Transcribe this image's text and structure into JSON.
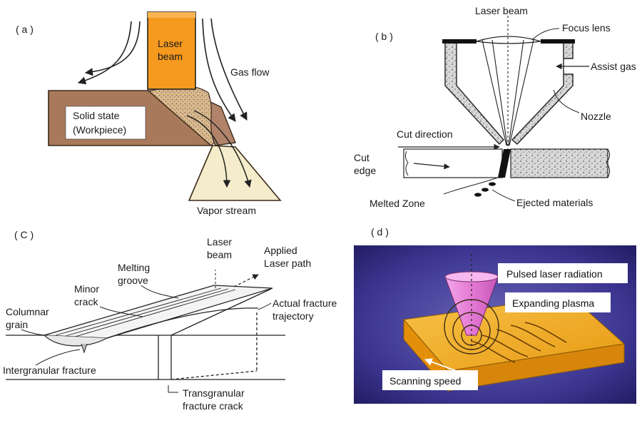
{
  "panels": {
    "a": {
      "label": "( a )",
      "laser_beam": [
        "Laser",
        "beam"
      ],
      "gas_flow": "Gas flow",
      "solid_state": [
        "Solid state",
        "(Workpiece)"
      ],
      "vapor_stream": "Vapor stream"
    },
    "b": {
      "label": "( b )",
      "laser_beam": "Laser beam",
      "focus_lens": "Focus lens",
      "assist_gas": "Assist gas",
      "nozzle": "Nozzle",
      "cut_direction": "Cut direction",
      "cut_edge": [
        "Cut",
        "edge"
      ],
      "melted_zone": "Melted Zone",
      "ejected_materials": "Ejected materials"
    },
    "c": {
      "label": "( C )",
      "laser_beam": [
        "Laser",
        "beam"
      ],
      "applied_laser_path": [
        "Applied",
        "Laser path"
      ],
      "melting_groove": [
        "Melting",
        "groove"
      ],
      "minor_crack": [
        "Minor",
        "crack"
      ],
      "actual_fracture": [
        "Actual fracture",
        "trajectory"
      ],
      "columnar_grain": [
        "Columnar",
        "grain"
      ],
      "intergranular": "Intergranular fracture",
      "transgranular": [
        "Transgranular",
        "fracture crack"
      ]
    },
    "d": {
      "label": "( d )",
      "pulsed_laser": "Pulsed laser radiation",
      "expanding_plasma": "Expanding plasma",
      "scanning_speed": "Scanning speed"
    }
  },
  "colors": {
    "workpiece_brown": "#a8795a",
    "laser_orange": "#f59a1e",
    "vapor_cream": "#f5eccb",
    "panel_d_bg": "#1f1a63",
    "panel_d_block": "#f0a51a",
    "laser_pink": "#e684d6"
  }
}
